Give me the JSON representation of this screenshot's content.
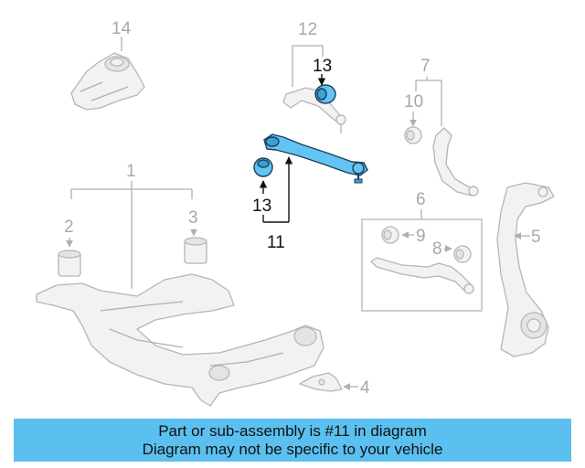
{
  "colors": {
    "highlight": "#5bc0f0",
    "part_highlight": "#62c4f2",
    "gray_part": "#b5b5b5",
    "banner_bg": "#5bc0f0"
  },
  "callouts": {
    "c1": "1",
    "c2": "2",
    "c3": "3",
    "c4": "4",
    "c5": "5",
    "c6": "6",
    "c7": "7",
    "c8": "8",
    "c9": "9",
    "c10": "10",
    "c11": "11",
    "c12": "12",
    "c13_upper": "13",
    "c13_lower": "13",
    "c14": "14"
  },
  "banner": {
    "line1": "Part or sub-assembly is #11 in diagram",
    "line2": "Diagram may not be specific to your vehicle"
  }
}
